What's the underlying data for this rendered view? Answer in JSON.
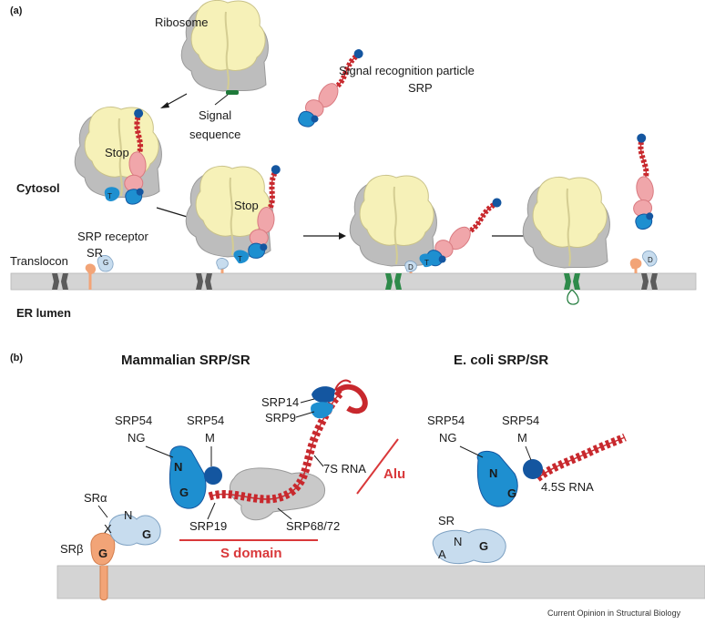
{
  "panel_a": {
    "letter": "(a)",
    "ribosome": "Ribosome",
    "srp_line1": "Signal recognition particle",
    "srp_line2": "SRP",
    "signal_line1": "Signal",
    "signal_line2": "sequence",
    "stop": "Stop",
    "cytosol": "Cytosol",
    "sr_line1": "SRP receptor",
    "sr_line2": "SR",
    "translocon": "Translocon",
    "er_lumen": "ER lumen",
    "domain_G": "G",
    "domain_T": "T",
    "domain_D": "D"
  },
  "panel_b": {
    "letter": "(b)",
    "mammalian_title": "Mammalian SRP/SR",
    "ecoli_title": "E. coli SRP/SR",
    "srp54": "SRP54",
    "ng": "NG",
    "m": "M",
    "srp14": "SRP14",
    "srp9": "SRP9",
    "rna7s": "7S RNA",
    "alu": "Alu",
    "srp19": "SRP19",
    "srp6872": "SRP68/72",
    "s_domain": "S domain",
    "sr_alpha": "SRα",
    "sr_beta": "SRβ",
    "sr": "SR",
    "rna45s": "4.5S RNA",
    "N": "N",
    "G": "G",
    "X": "X",
    "A": "A"
  },
  "credit": "Current Opinion in Structural Biology",
  "colors": {
    "ribosome_large": "#f6f1b8",
    "ribosome_small": "#bdbdbd",
    "membrane": "#d4d4d4",
    "srp_blue": "#1e8fd0",
    "srp_dark": "#1456a0",
    "sr_light": "#c7dcee",
    "rna": "#c8282d",
    "srp_pink": "#f0a6aa",
    "annotation_red": "#d9383a",
    "sr_beta": "#f2a477",
    "signal_green": "#1f7a3a"
  }
}
